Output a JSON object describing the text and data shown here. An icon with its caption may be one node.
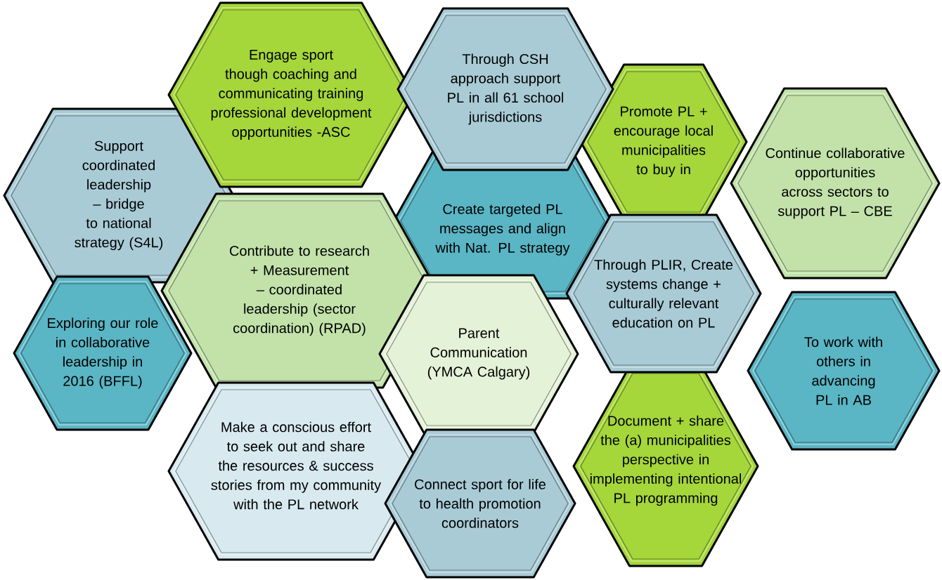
{
  "diagram": {
    "nodes": [
      {
        "text": [
          "Engage sport though coaching and communicating training professional development opportunities -ASC"
        ]
      },
      {
        "text": [
          "Through CSH approach support PL in all 61 school jurisdictions"
        ]
      },
      {
        "text": [
          "Support coordinated leadership – bridge to national strategy (S4L)"
        ]
      },
      {
        "text": [
          "Promote PL + encourage local municipalities to buy in"
        ]
      },
      {
        "text": [
          "Continue collaborative opportunities across sectors to support PL – CBE"
        ]
      },
      {
        "text": [
          "Create targeted PL messages and align with Nat. PL strategy"
        ]
      },
      {
        "text": [
          "Contribute to research + Measurement – coordinated leadership (sector coordination) (RPAD)"
        ]
      },
      {
        "text": [
          "Through PLIR, Create systems change + culturally relevant education on PL"
        ]
      },
      {
        "text": [
          "Exploring our role in collaborative leadership in 2016 (BFFL)"
        ]
      },
      {
        "text": [
          "Parent Communication (YMCA Calgary)"
        ]
      },
      {
        "text": [
          "To work with others in advancing PL in AB"
        ]
      },
      {
        "text": [
          "Make a conscious effort to seek out and share the resources & success stories from my community with the PL network"
        ]
      },
      {
        "text": [
          "Connect sport for life to health promotion coordinators"
        ]
      },
      {
        "text": [
          "Document + share the (a) municipalities perspective in implementing intentional PL programming"
        ]
      }
    ]
  }
}
